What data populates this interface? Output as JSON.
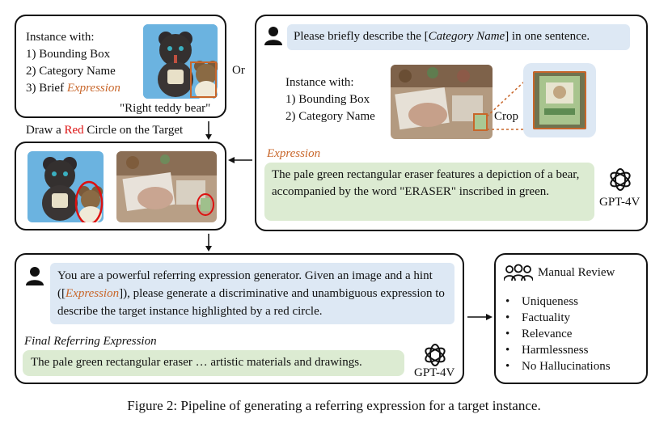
{
  "box1": {
    "title": "Instance with:",
    "line1": "1) Bounding Box",
    "line2": "2) Category Name",
    "line3_prefix": "3) Brief ",
    "line3_em": "Expression",
    "caption": "\"Right teddy bear\""
  },
  "or_label": "Or",
  "draw_label_prefix": "Draw a ",
  "draw_label_red": "Red",
  "draw_label_suffix": " Circle on the Target",
  "box2": {
    "prompt_prefix": "Please briefly describe the [",
    "prompt_em": "Category Name",
    "prompt_suffix": "] in one sentence.",
    "title": "Instance with:",
    "line1": "1) Bounding Box",
    "line2": "2) Category Name",
    "crop_label": "Crop",
    "expression_label": "Expression",
    "expression_text": "The pale green rectangular eraser features a depiction of a bear, accompanied by the word \"ERASER\" inscribed in green.",
    "model_label": "GPT-4V"
  },
  "box4": {
    "prompt_a": "You are a powerful referring expression generator. Given an image and a hint ([",
    "prompt_em": "Expression",
    "prompt_b": "]), please generate a discriminative and unambiguous expression to describe the target instance highlighted by a red circle.",
    "final_label": "Final Referring Expression",
    "final_text": "The pale green rectangular eraser … artistic materials and drawings.",
    "model_label": "GPT-4V"
  },
  "review": {
    "title": "Manual Review",
    "items": [
      "Uniqueness",
      "Factuality",
      "Relevance",
      "Harmlessness",
      "No Hallucinations"
    ]
  },
  "caption": "Figure 2: Pipeline of generating a referring expression for a target instance.",
  "colors": {
    "expression": "#c8662a",
    "red": "#dd1111",
    "prompt_bg": "#dde8f4",
    "answer_bg": "#dcebd2"
  }
}
